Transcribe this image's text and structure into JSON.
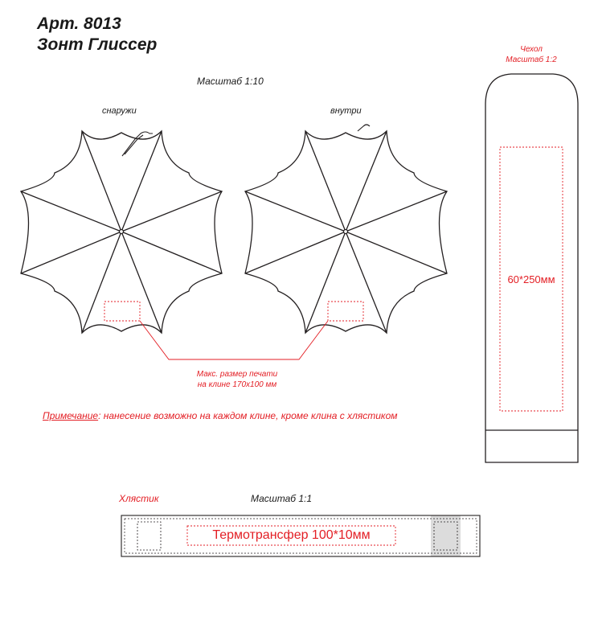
{
  "header": {
    "article": "Арт. 8013",
    "product_name": "Зонт Глиссер"
  },
  "umbrella_section": {
    "scale_label": "Масштаб 1:10",
    "outside_label": "снаружи",
    "inside_label": "внутри",
    "print_area_label_line1": "Макс. размер печати",
    "print_area_label_line2": "на клине 170х100 мм"
  },
  "note": {
    "prefix": "Примечание",
    "text": ": нанесение возможно на каждом клине, кроме клина с хлястиком"
  },
  "cover_section": {
    "title_line1": "Чехол",
    "title_line2": "Масштаб 1:2",
    "print_size": "60*250мм"
  },
  "strap_section": {
    "title": "Хлястик",
    "scale_label": "Масштаб 1:1",
    "print_label": "Термотрансфер 100*10мм"
  },
  "colors": {
    "accent": "#e31e24",
    "outline": "#231f20",
    "shade": "#dcdcdc"
  }
}
